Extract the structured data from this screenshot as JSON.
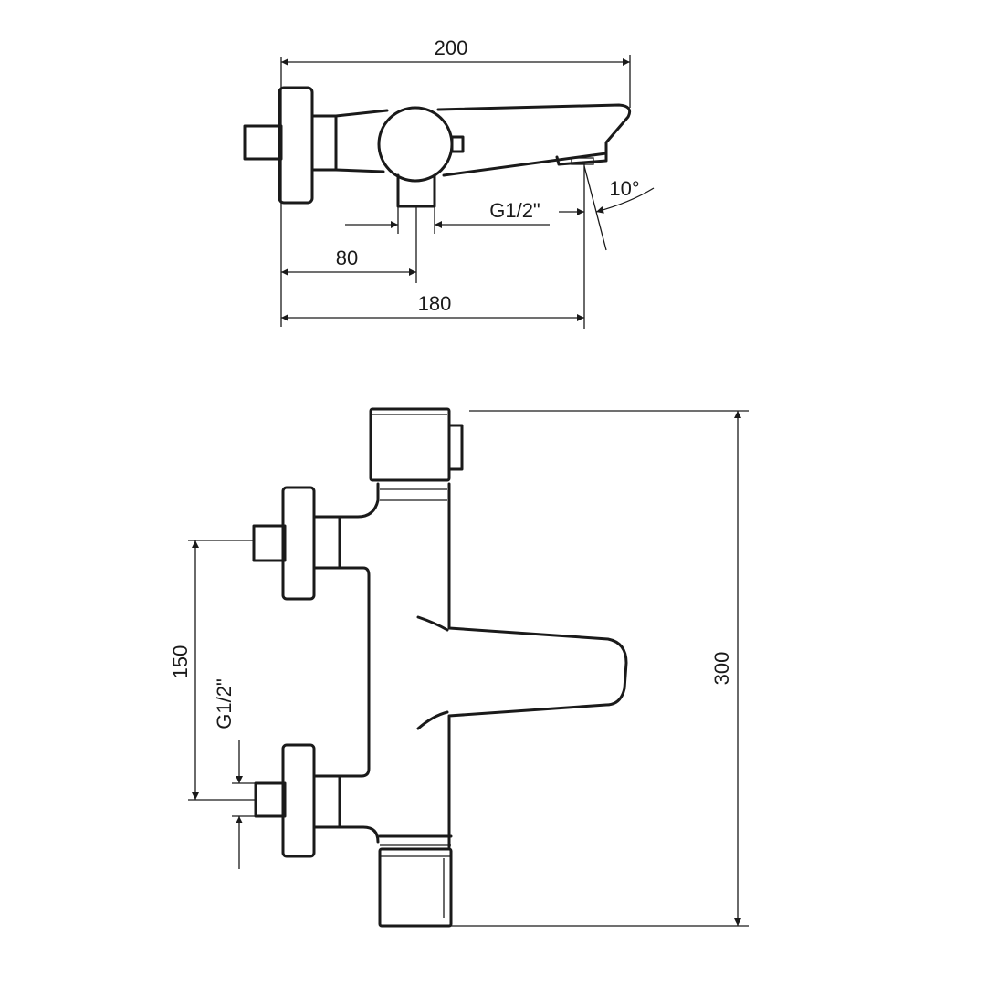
{
  "top_view": {
    "dim_overall_length": "200",
    "dim_spout_angle": "10°",
    "dim_outlet_thread": "G1/2\"",
    "dim_outlet_offset": "80",
    "dim_projection": "180"
  },
  "front_view": {
    "dim_inlet_spacing": "150",
    "dim_inlet_thread": "G1/2\"",
    "dim_overall_height": "300"
  },
  "colors": {
    "line": "#1a1a1a",
    "background": "#ffffff"
  }
}
